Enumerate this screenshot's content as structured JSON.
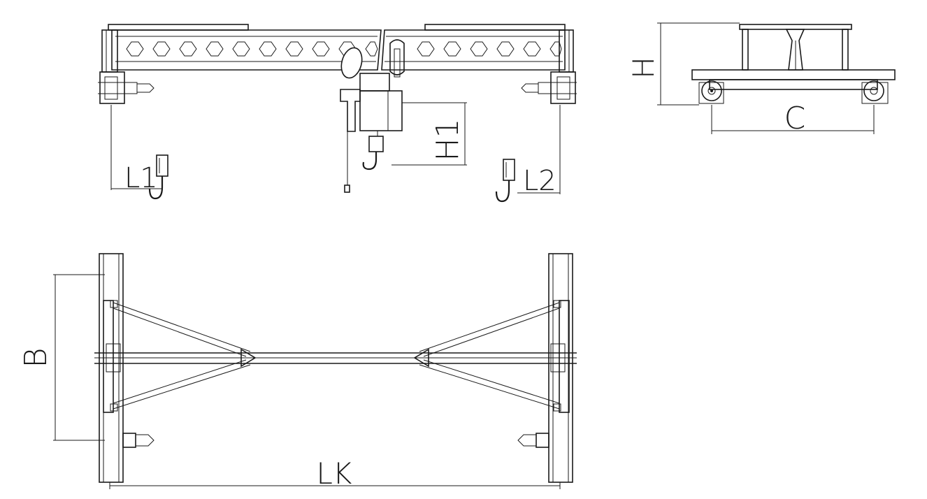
{
  "drawing": {
    "dimension_labels": {
      "L1": "L1",
      "L2": "L2",
      "H1": "H1",
      "H": "H",
      "C": "C",
      "B": "B",
      "LK": "LK"
    },
    "colors": {
      "line": "#1a1a1a",
      "background": "#ffffff"
    }
  }
}
